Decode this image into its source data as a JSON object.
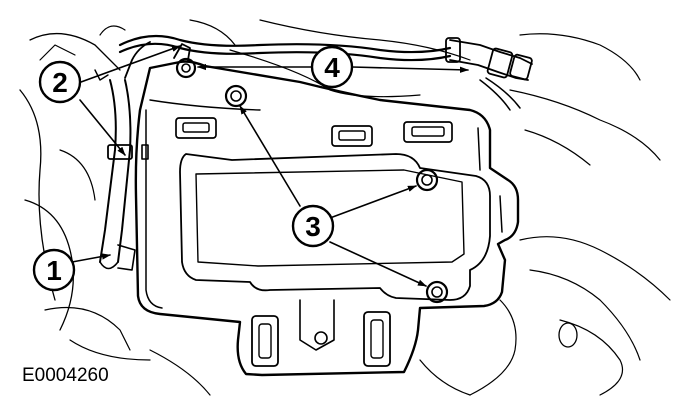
{
  "figure": {
    "reference_code": "E0004260",
    "callouts": [
      {
        "id": "c1",
        "label": "1"
      },
      {
        "id": "c2",
        "label": "2"
      },
      {
        "id": "c3",
        "label": "3"
      },
      {
        "id": "c4",
        "label": "4"
      }
    ]
  },
  "colors": {
    "line": "#000000",
    "background": "#ffffff"
  }
}
